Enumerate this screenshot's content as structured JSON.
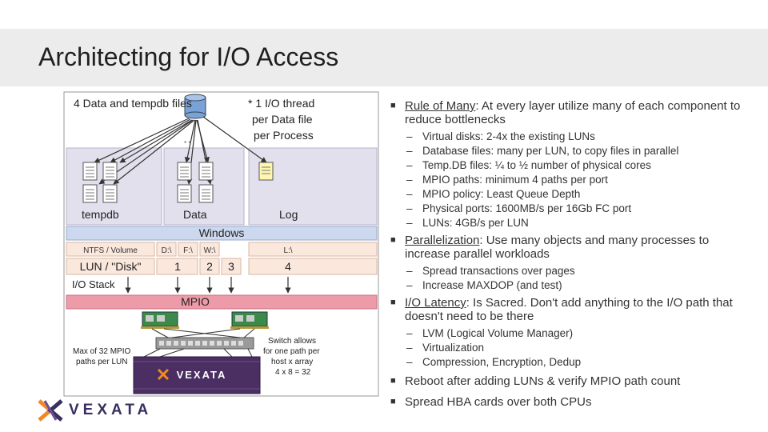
{
  "slide": {
    "title": "Architecting for I/O Access"
  },
  "diagram": {
    "label_data_files": "4 Data and tempdb files",
    "label_thread_1": "* 1 I/O thread",
    "label_thread_2": "per Data file",
    "label_thread_3": "per Process",
    "box_tempdb": "tempdb",
    "box_data": "Data",
    "box_log": "Log",
    "windows": "Windows",
    "ntfs": "NTFS / Volume",
    "drives": [
      "D:\\",
      "F:\\",
      "W:\\",
      "L:\\"
    ],
    "lun_label": "LUN / \"Disk\"",
    "lun_numbers": [
      "1",
      "2",
      "3",
      "4"
    ],
    "io_stack": "I/O Stack",
    "mpio": "MPIO",
    "max_mpio_1": "Max of 32 MPIO",
    "max_mpio_2": "paths per LUN",
    "switch_1": "Switch allows",
    "switch_2": "for one path per",
    "switch_3": "host x array",
    "switch_4": "4 x 8 = 32",
    "array_brand": "VEXATA"
  },
  "bullets": {
    "rule_head": "Rule of Many",
    "rule_text": ":  At every layer utilize many of each component  to reduce bottlenecks",
    "rule_subs": [
      "Virtual disks:  2-4x the existing LUNs",
      "Database files:  many per LUN, to copy files in parallel",
      "Temp.DB files:  ¼ to ½ number of physical cores",
      "MPIO paths:  minimum 4 paths per port",
      "MPIO policy:  Least Queue Depth",
      "Physical ports:  1600MB/s per 16Gb FC port",
      "LUNs:  4GB/s per LUN"
    ],
    "par_head": "Parallelization",
    "par_text": ":  Use many objects and many processes to increase parallel workloads",
    "par_subs": [
      "Spread transactions over pages",
      "Increase MAXDOP (and test)"
    ],
    "lat_head": "I/O Latency",
    "lat_text": ":  Is Sacred.  Don't add anything to the I/O path that doesn't need to be there",
    "lat_subs": [
      "LVM (Logical Volume Manager)",
      "Virtualization",
      "Compression, Encryption, Dedup"
    ],
    "reboot": "Reboot after adding LUNs & verify MPIO path count",
    "spread": "Spread HBA cards over both CPUs"
  },
  "logo": {
    "text": "VEXATA"
  },
  "colors": {
    "title_band": "#ececec",
    "panel": "#e3e0ee",
    "windows": "#ccd8ee",
    "mpio": "#ee9ba9",
    "lun": "#fae8dd",
    "array": "#4b2f63",
    "brand_orange": "#f08a24"
  }
}
